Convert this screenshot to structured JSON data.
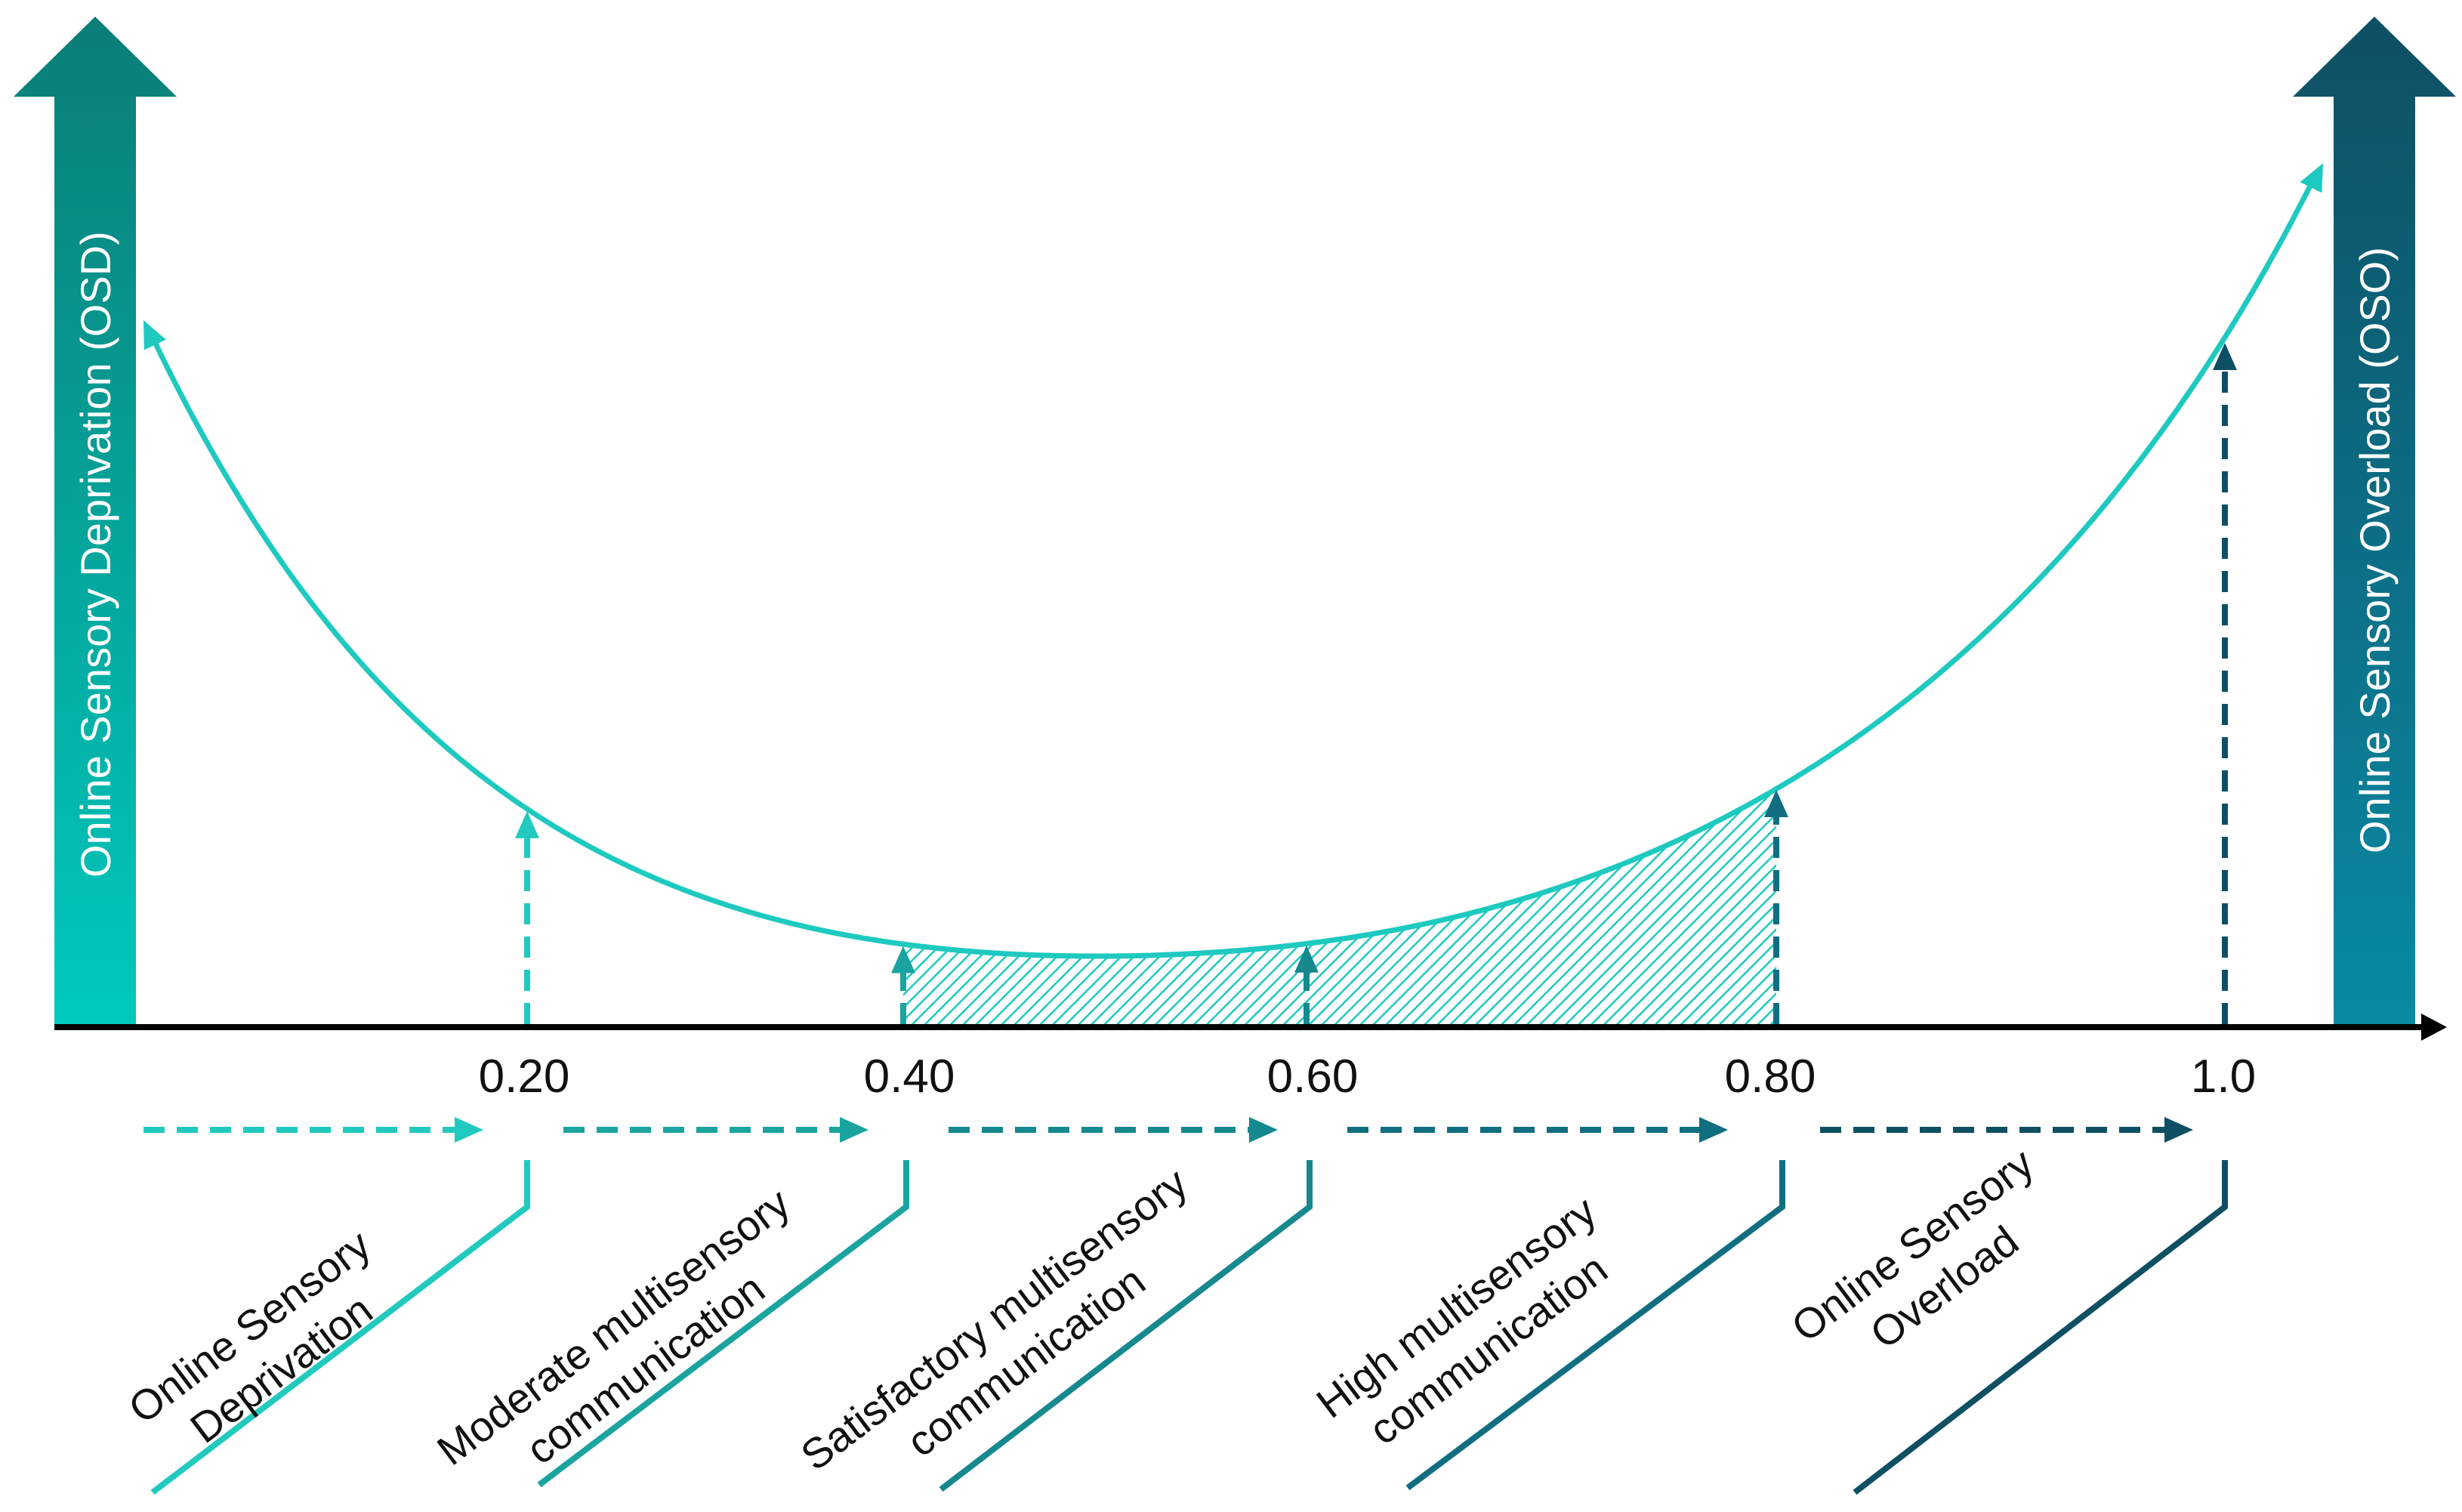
{
  "left_bar": {
    "label": "Online Sensory Deprivation (OSD)",
    "color_top": "#0a7d77",
    "color_bottom": "#00c9bd"
  },
  "right_bar": {
    "label": "Online Sensory Overload (OSO)",
    "color_top": "#0e4f63",
    "color_bottom": "#0a8aa4"
  },
  "curve_color": "#1ec9bf",
  "shading_color": "#1ec9bf",
  "axis_ticks": [
    {
      "label": "0.20",
      "color": "#22c9bf"
    },
    {
      "label": "0.40",
      "color": "#1aa39f"
    },
    {
      "label": "0.60",
      "color": "#15898f"
    },
    {
      "label": "0.80",
      "color": "#106e80"
    },
    {
      "label": "1.0",
      "color": "#0e4f63"
    }
  ],
  "categories": [
    {
      "line1": "Online Sensory",
      "line2": "Deprivation",
      "color": "#22c9bf"
    },
    {
      "line1": "Moderate multisensory",
      "line2": "communication",
      "color": "#1aa39f"
    },
    {
      "line1": "Satisfactory multisensory",
      "line2": "communication",
      "color": "#15898f"
    },
    {
      "line1": "High multisensory",
      "line2": "communication",
      "color": "#106e80"
    },
    {
      "line1": "Online Sensory",
      "line2": "Overload",
      "color": "#0e4f63"
    }
  ]
}
